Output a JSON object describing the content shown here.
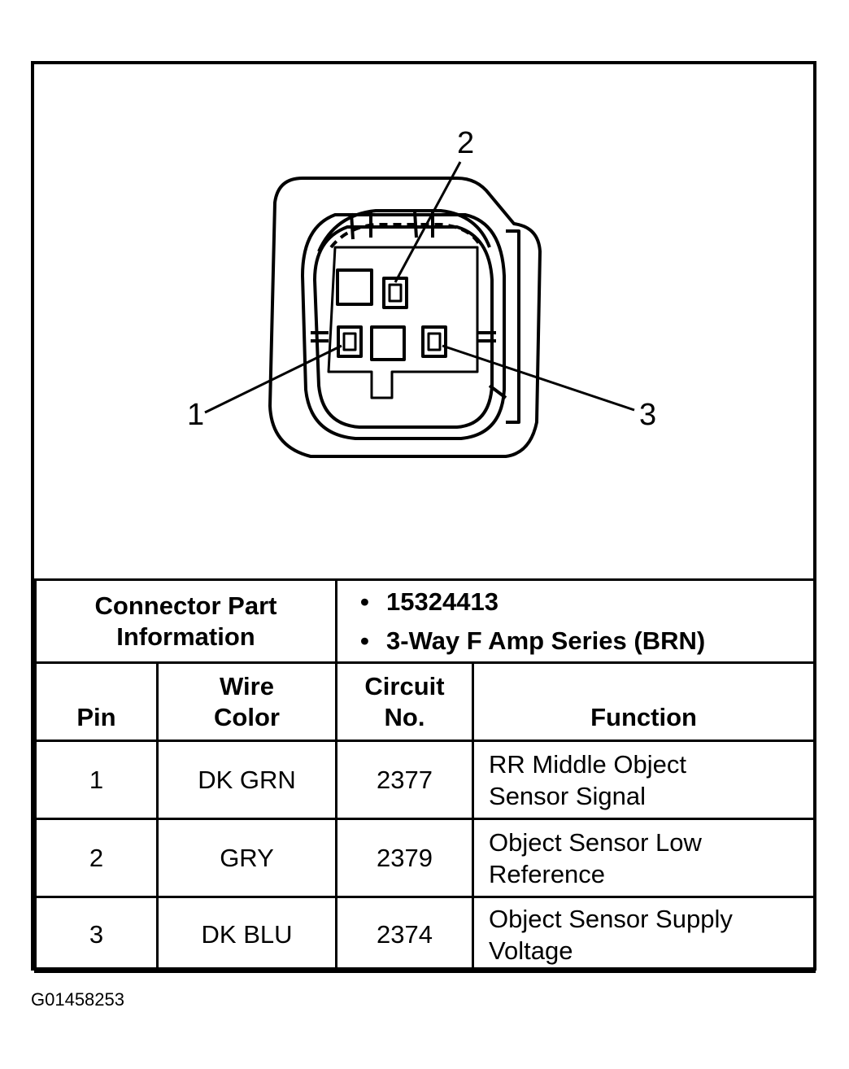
{
  "diagram": {
    "pin_labels": [
      "1",
      "2",
      "3"
    ]
  },
  "connector_info": {
    "label_line1": "Connector Part",
    "label_line2": "Information",
    "items": [
      "15324413",
      "3-Way F Amp Series (BRN)"
    ]
  },
  "table": {
    "headers": {
      "pin": "Pin",
      "wire_color_line1": "Wire",
      "wire_color_line2": "Color",
      "circuit_line1": "Circuit",
      "circuit_line2": "No.",
      "function": "Function"
    },
    "rows": [
      {
        "pin": "1",
        "wire_color": "DK GRN",
        "circuit": "2377",
        "function_line1": "RR Middle Object",
        "function_line2": "Sensor Signal"
      },
      {
        "pin": "2",
        "wire_color": "GRY",
        "circuit": "2379",
        "function_line1": "Object Sensor Low",
        "function_line2": "Reference"
      },
      {
        "pin": "3",
        "wire_color": "DK BLU",
        "circuit": "2374",
        "function_line1": "Object Sensor Supply",
        "function_line2": "Voltage"
      }
    ]
  },
  "figure_id": "G01458253"
}
